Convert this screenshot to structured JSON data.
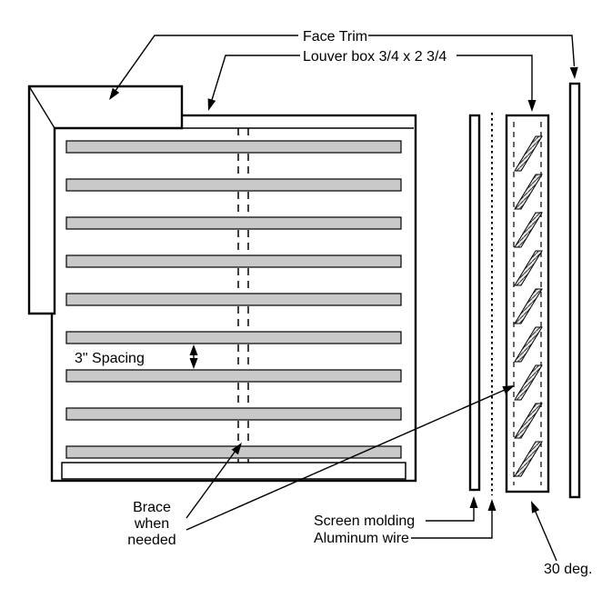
{
  "diagram": {
    "labels": {
      "face_trim": "Face Trim",
      "louver_box": "Louver box 3/4 x 2 3/4",
      "spacing": "3\" Spacing",
      "brace_line1": "Brace",
      "brace_line2": "when",
      "brace_line3": "needed",
      "screen_molding": "Screen molding",
      "aluminum_wire": "Aluminum wire",
      "angle": "30 deg."
    },
    "structure": {
      "front_slat_count": 9,
      "side_slat_count": 9
    },
    "colors": {
      "slat_fill": "#c9c9c9",
      "line": "#000000",
      "background": "#ffffff"
    }
  }
}
